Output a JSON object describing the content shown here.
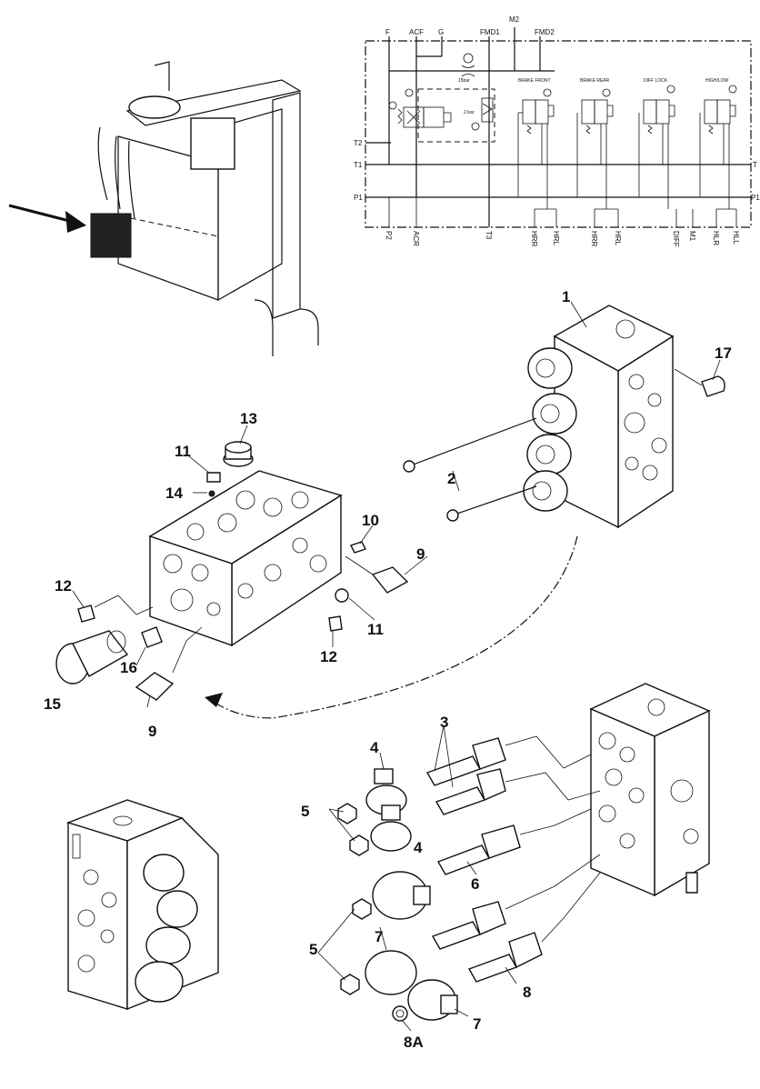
{
  "schematic": {
    "top_ports": [
      "F",
      "ACF",
      "G",
      "FMD1",
      "M2",
      "FMD2"
    ],
    "left_ports": [
      "T2",
      "T1",
      "P1"
    ],
    "right_ports": [
      "T",
      "P1"
    ],
    "bottom_ports": [
      "P2",
      "ACR",
      "T3",
      "HRR",
      "HRL",
      "HRR",
      "HRL",
      "DIFF",
      "M1",
      "HLR",
      "HLL"
    ],
    "valve_titles": [
      "BRAKE FRONT",
      "BRAKE REAR",
      "DIFF LOCK",
      "HIGH/LOW"
    ],
    "small_texts": [
      "2 bar",
      "15bar"
    ]
  },
  "callouts": {
    "c1": "1",
    "c2": "2",
    "c3": "3",
    "c4a": "4",
    "c4b": "4",
    "c5a": "5",
    "c5b": "5",
    "c6": "6",
    "c7a": "7",
    "c7b": "7",
    "c8": "8",
    "c8a": "8A",
    "c9a": "9",
    "c9b": "9",
    "c10": "10",
    "c11a": "11",
    "c11b": "11",
    "c12a": "12",
    "c12b": "12",
    "c13": "13",
    "c14": "14",
    "c15": "15",
    "c16": "16",
    "c17": "17"
  }
}
